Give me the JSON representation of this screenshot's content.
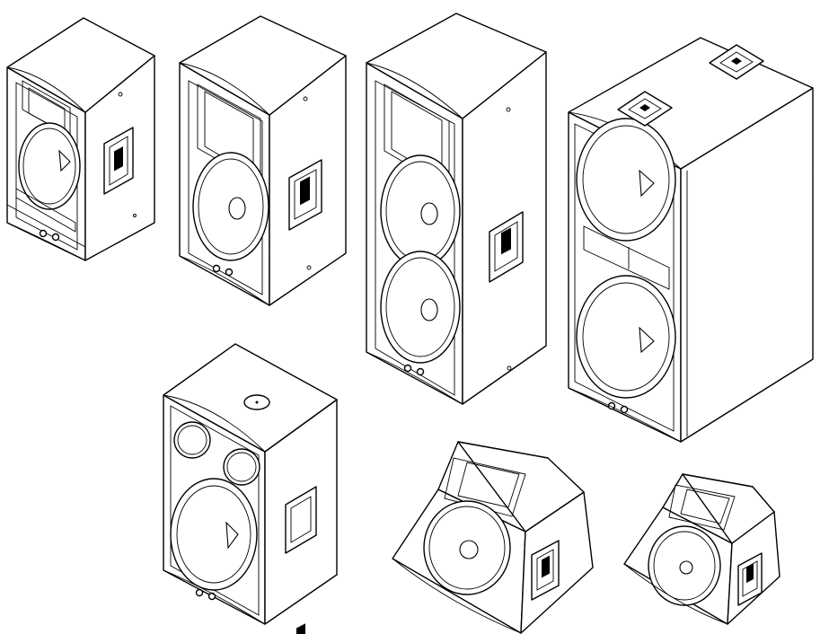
{
  "figure": {
    "background_color": "#ffffff",
    "line_color": "#000000",
    "style": "isometric line drawing",
    "speakers": [
      {
        "kind": "two-way cabinet",
        "woofers": 1,
        "handle_icon": "side-handle-icon"
      },
      {
        "kind": "two-way cabinet",
        "woofers": 1,
        "handle_icon": "side-handle-icon"
      },
      {
        "kind": "two-way cabinet",
        "woofers": 2,
        "handle_icon": "side-handle-icon"
      },
      {
        "kind": "subwoofer",
        "woofers": 2,
        "handle_icon": "top-handle-icon"
      },
      {
        "kind": "ported subwoofer",
        "woofers": 1,
        "ports": 2,
        "handle_icon": "side-handle-icon"
      },
      {
        "kind": "floor monitor",
        "woofers": 1,
        "handle_icon": "side-handle-icon"
      },
      {
        "kind": "floor monitor",
        "woofers": 1,
        "handle_icon": "side-handle-icon"
      }
    ]
  }
}
